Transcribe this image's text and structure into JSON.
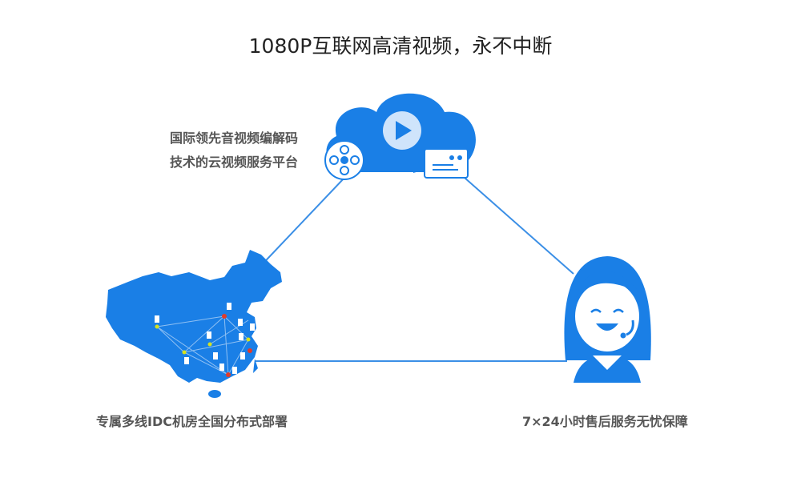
{
  "title": "1080P互联网高清视频，永不中断",
  "platform": {
    "line1": "国际领先音视频编解码",
    "line2": "技术的云视频服务平台"
  },
  "idc_caption": "专属多线IDC机房全国分布式部署",
  "service_caption": "7×24小时售后服务无忧保障",
  "colors": {
    "brand_blue": "#1a7fe6",
    "line_blue": "#3b8fe6",
    "title_text": "#222222",
    "caption_text": "#555555",
    "node_red": "#e03c2c",
    "node_yellow": "#d6e21e"
  },
  "icons": [
    "cloud-play-icon",
    "film-reel-icon",
    "video-camera-icon",
    "china-map-icon",
    "customer-service-agent-icon"
  ]
}
